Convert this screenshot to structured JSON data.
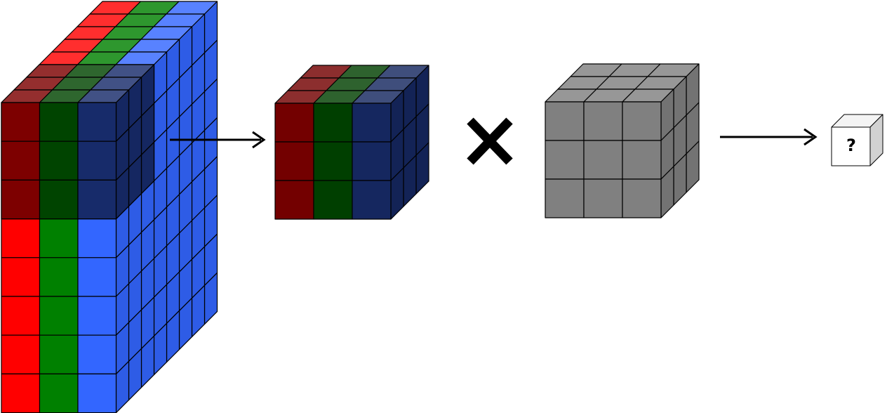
{
  "diagram": {
    "input_volume": {
      "rows": 8,
      "cols": 3,
      "depth": 8,
      "channel_colors": [
        "#ff0000",
        "#008000",
        "#3366ff"
      ]
    },
    "receptive_field": {
      "rows": 3,
      "cols": 3,
      "depth": 3,
      "channel_colors": [
        "#730000",
        "#003f00",
        "#15275f"
      ]
    },
    "extracted_patch": {
      "rows": 3,
      "cols": 3,
      "depth": 3,
      "channel_colors": [
        "#730000",
        "#003f00",
        "#15275f"
      ]
    },
    "kernel": {
      "rows": 3,
      "cols": 3,
      "depth": 3,
      "color": "#808080"
    },
    "operator_symbol": "multiply",
    "output": {
      "label": "?",
      "color": "#ffffff"
    },
    "stroke_color": "#000000"
  }
}
